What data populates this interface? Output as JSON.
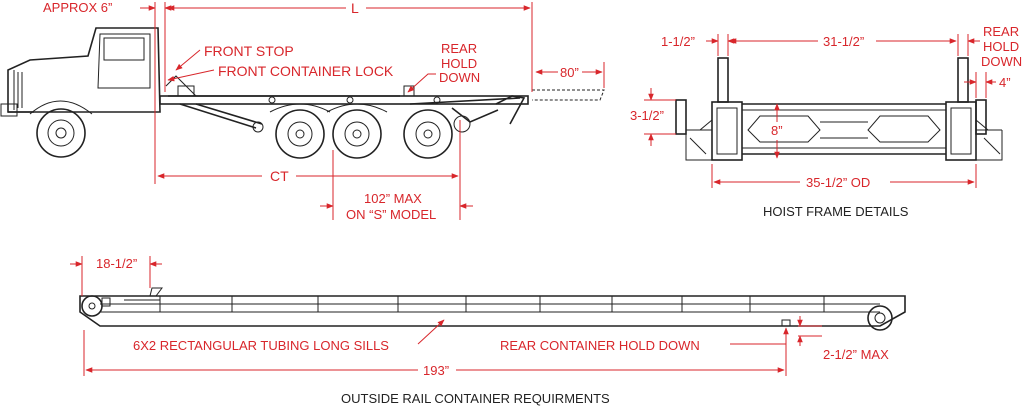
{
  "colors": {
    "dimension": "#d8262b",
    "drawing": "#222222",
    "background": "#ffffff"
  },
  "truck": {
    "approx": "APPROX 6”",
    "length": "L",
    "front_stop": "FRONT STOP",
    "front_lock": "FRONT CONTAINER LOCK",
    "rear_hold_1": "REAR",
    "rear_hold_2": "HOLD",
    "rear_hold_3": "DOWN",
    "overhang": "80”",
    "ct": "CT",
    "max_1": "102” MAX",
    "max_2": "ON “S” MODEL"
  },
  "hoist": {
    "dim_left": "1-1/2”",
    "dim_top": "31-1/2”",
    "rear_1": "REAR",
    "rear_2": "HOLD",
    "rear_3": "DOWN",
    "dim_right": "4”",
    "dim_side": "3-1/2”",
    "dim_center": "8”",
    "dim_od": "35-1/2” OD",
    "caption": "HOIST FRAME DETAILS"
  },
  "container": {
    "dim_front": "18-1/2”",
    "sills": "6X2 RECTANGULAR TUBING LONG SILLS",
    "rear_hold": "REAR CONTAINER HOLD DOWN",
    "max": "2-1/2” MAX",
    "length": "193”",
    "caption": "OUTSIDE RAIL CONTAINER REQUIRMENTS"
  }
}
